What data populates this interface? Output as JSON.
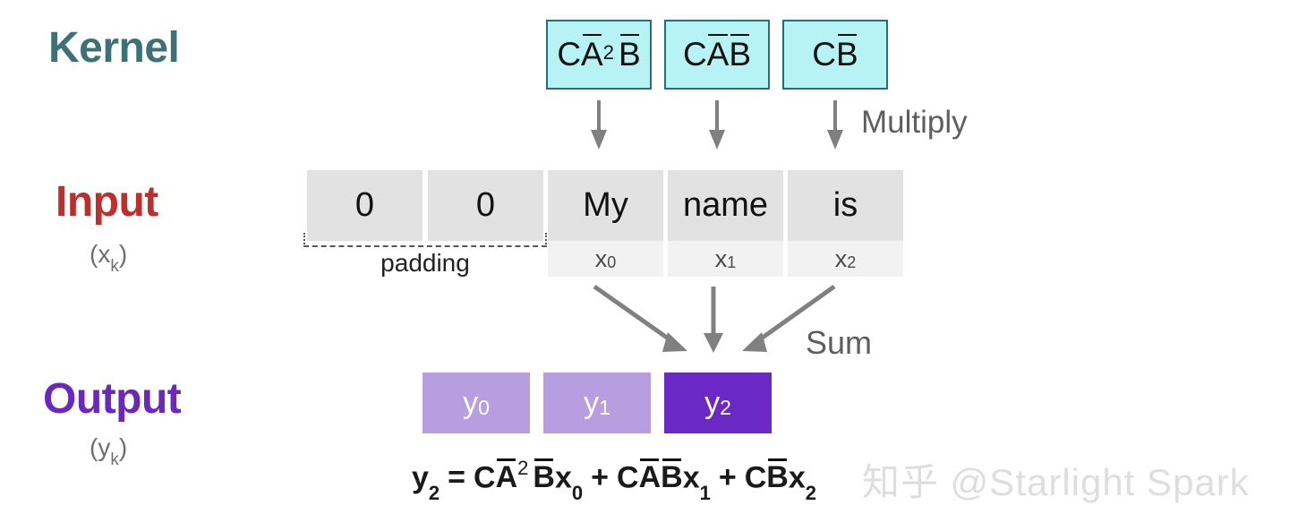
{
  "rows": {
    "kernel": {
      "label": "Kernel",
      "color": "#3c7178"
    },
    "input": {
      "label": "Input",
      "sub_open": "(x",
      "sub_k": "k",
      "sub_close": ")",
      "color": "#bc2f2c"
    },
    "output": {
      "label": "Output",
      "sub_open": "(y",
      "sub_k": "k",
      "sub_close": ")",
      "color": "#6b28ba"
    }
  },
  "kernel": {
    "boxes": [
      {
        "name": "CA2B",
        "prefix": "C",
        "a": "A",
        "exponent": "2",
        "b": "B"
      },
      {
        "name": "CAB",
        "prefix": "C",
        "a": "A",
        "exponent": "",
        "b": "B"
      },
      {
        "name": "CB",
        "prefix": "C",
        "a": "",
        "exponent": "",
        "b": "B"
      }
    ],
    "fill": "#b7f2f5",
    "border": "#24707a"
  },
  "arrows": {
    "multiply_label": "Multiply",
    "sum_label": "Sum",
    "color": "#808080"
  },
  "input": {
    "cells": [
      {
        "value": "0",
        "sub": "",
        "sub_idx": "",
        "is_padding": true
      },
      {
        "value": "0",
        "sub": "",
        "sub_idx": "",
        "is_padding": true
      },
      {
        "value": "My",
        "sub": "x",
        "sub_idx": "0",
        "is_padding": false
      },
      {
        "value": "name",
        "sub": "x",
        "sub_idx": "1",
        "is_padding": false
      },
      {
        "value": "is",
        "sub": "x",
        "sub_idx": "2",
        "is_padding": false
      }
    ],
    "padding_label": "padding",
    "fill": "#e2e2e2",
    "sub_fill": "#f2f2f2"
  },
  "output": {
    "cells": [
      {
        "value": "y",
        "sub_idx": "0",
        "highlighted": false
      },
      {
        "value": "y",
        "sub_idx": "1",
        "highlighted": false
      },
      {
        "value": "y",
        "sub_idx": "2",
        "highlighted": true
      }
    ],
    "fill": "#b79ee0",
    "highlight_fill": "#6a28c4"
  },
  "equation": {
    "lhs": "y",
    "lhs_sub": "2",
    "eq": "=",
    "t1_c": "C",
    "t1_a": "A",
    "t1_exp": "2",
    "t1_b": "B",
    "t1_x": "x",
    "t1_sub": "0",
    "plus1": "+",
    "t2_c": "C",
    "t2_a": "A",
    "t2_b": "B",
    "t2_x": "x",
    "t2_sub": "1",
    "plus2": "+",
    "t3_c": "C",
    "t3_b": "B",
    "t3_x": "x",
    "t3_sub": "2"
  },
  "watermark": {
    "text": "知乎 @Starlight Spark"
  }
}
